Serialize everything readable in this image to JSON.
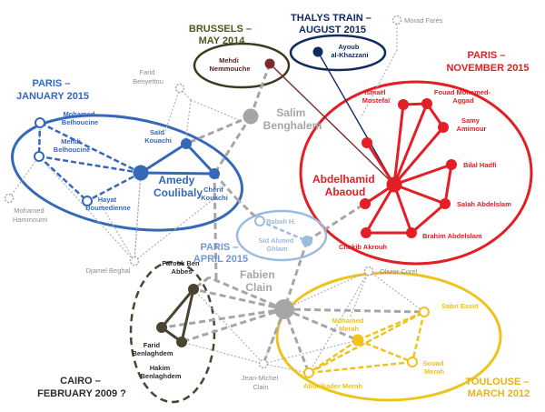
{
  "colors": {
    "paris_nov": "#e31e24",
    "paris_jan": "#3568b8",
    "brussels": "#3f3a1e",
    "thalys": "#0f2a5e",
    "toulouse": "#f0c21c",
    "cairo": "#4a4430",
    "paris_apr": "#9bbbe0",
    "neutral": "#a6a6a6",
    "dotted": "#b0b0b0"
  },
  "groups": {
    "paris_nov": [
      "PARIS –",
      "NOVEMBER 2015"
    ],
    "paris_jan": [
      "PARIS –",
      "JANUARY 2015"
    ],
    "brussels": [
      "BRUSSELS –",
      "MAY 2014"
    ],
    "thalys": [
      "THALYS TRAIN –",
      "AUGUST 2015"
    ],
    "paris_apr": [
      "PARIS –",
      "APRIL 2015"
    ],
    "toulouse": [
      "TOULOUSE –",
      "MARCH 2012"
    ],
    "cairo": [
      "CAIRO –",
      "FEBRUARY 2009 ?"
    ]
  },
  "people": {
    "abdelhamid": [
      "Abdelhamid",
      "Abaoud"
    ],
    "ismael": [
      "Ismaël",
      "Mostefaï"
    ],
    "fouad": [
      "Fouad Mohamed-",
      "Aggad"
    ],
    "samy": [
      "Samy",
      "Amimour"
    ],
    "bilal": "Bilal Hadfi",
    "salah": "Salah Abdelslam",
    "brahim": "Brahim Abdelslam",
    "chakib": "Chakib Akrouh",
    "ayoub": [
      "Ayoub",
      "al-Khazzani"
    ],
    "mehdi_n": [
      "Mehdi",
      "Nemmouche"
    ],
    "salim": [
      "Salim",
      "Benghalem"
    ],
    "said": [
      "Saïd",
      "Kouachi"
    ],
    "cherif": [
      "Chérif",
      "Kouachi"
    ],
    "amedy": [
      "Amedy",
      "Coulibaly"
    ],
    "mohamed_b": [
      "Mohamed",
      "Belhoucine"
    ],
    "mehdi_b": [
      "Mehdi",
      "Belhoucine"
    ],
    "hayat": [
      "Hayat",
      "Boumedienne"
    ],
    "farid_ben": [
      "Farid",
      "Benyettou"
    ],
    "mohamed_h": [
      "Mohamed",
      "Hammoumi"
    ],
    "djamel": "Djamel Beghal",
    "rabah": "Rabah H.",
    "sid_ahmed": [
      "Sid Ahmed",
      "Ghlam"
    ],
    "fabien": [
      "Fabien",
      "Clain"
    ],
    "jean_michel": [
      "Jean-Michel",
      "Clain"
    ],
    "olivier": "Olivier Corel",
    "morad": "Morad Farès",
    "mohamed_m": [
      "Mohamed",
      "Merah"
    ],
    "sabri": "Sabri Essid",
    "souad": [
      "Souad",
      "Merah"
    ],
    "abdelkader": "Abdelkader Merah",
    "farouk": [
      "Farouk Ben",
      "Abbes"
    ],
    "farid_bl": [
      "Farid",
      "Benlaghdem"
    ],
    "hakim": [
      "Hakim",
      "Benlaghdem"
    ]
  }
}
